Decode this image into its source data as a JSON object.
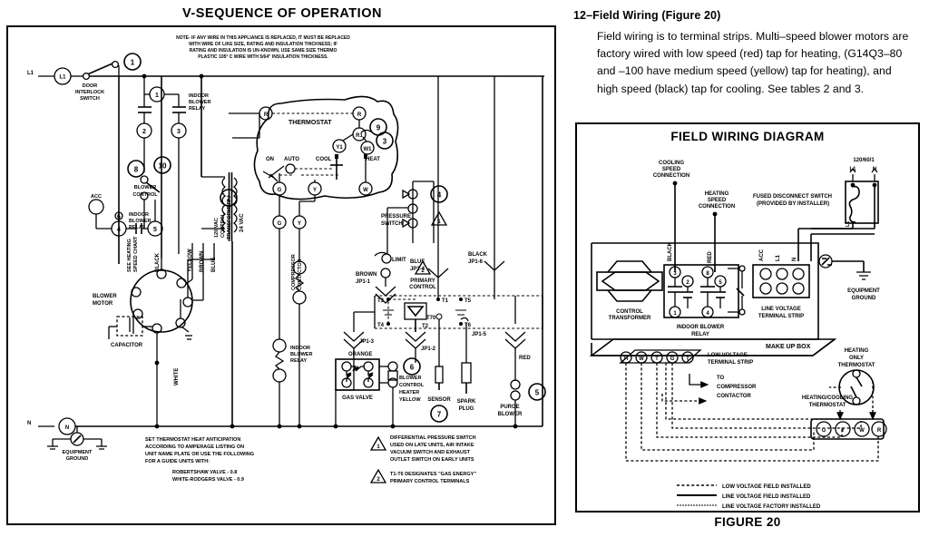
{
  "left": {
    "title": "V-SEQUENCE OF OPERATION",
    "top_note": [
      "NOTE- IF ANY WIRE IN THIS APPLIANCE IS REPLACED, IT MUST BE REPLACED",
      "WITH WIRE OF LIKE SIZE, RATING AND INSULATION THICKNESS; IF",
      "RATING AND INSULATION IS UN-KNOWN, USE SAME SIZE THERMO",
      "PLASTIC 105° C WIRE WITH 5/64\" INSULATION THICKNESS."
    ],
    "bottom_note_left": [
      "SET THERMOSTAT HEAT ANTICIPATION",
      "ACCORDING TO AMPERAGE LISTING ON",
      "UNIT NAME PLATE OR USE THE FOLLOWING",
      "FOR A GUIDE  UNITS WITH:"
    ],
    "bottom_note_left_values": [
      "ROBERTSHAW VALVE - 0.8",
      "WHITE-RODGERS VALVE - 0.9"
    ],
    "note1": [
      "DIFFERENTIAL PRESSURE SWITCH",
      "USED ON LATE UNITS, AIR INTAKE",
      "VACUUM SWITCH AND EXHAUST",
      "OUTLET SWITCH ON EARLY UNITS"
    ],
    "note2": [
      "T1-T6 DESIGNATES \"GAS ENERGY\"",
      "PRIMARY CONTROL TERMINALS"
    ],
    "labels": {
      "l1": "L1",
      "l1_term": "L1",
      "n": "N",
      "n_term": "N",
      "door_interlock": [
        "DOOR",
        "INTERLOCK",
        "SWITCH"
      ],
      "indoor_blower_relay": [
        "INDOOR",
        "BLOWER",
        "RELAY"
      ],
      "blower_control": [
        "BLOWER",
        "CONTROL"
      ],
      "acc": "ACC",
      "indoor_blower_relay2": [
        "INDOOR",
        "BLOWER",
        "RELAY"
      ],
      "blower_motor": [
        "BLOWER",
        "MOTOR"
      ],
      "capacitor": "CAPACITOR",
      "equipment_ground": [
        "EQUIPMENT",
        "GROUND"
      ],
      "see_heating_speed_chart": "SEE HEATING SPEED CHART",
      "transformer": [
        "120 VAC",
        "CONTROL",
        "TRANSFORMER"
      ],
      "vac24": "24 VAC",
      "thermostat": "THERMOSTAT",
      "on": "ON",
      "auto": "AUTO",
      "cool": "COOL",
      "heat": "HEAT",
      "pressure_switch": [
        "PRESSURE",
        "SWITCH"
      ],
      "limit": "LIMIT",
      "primary_control": [
        "PRIMARY",
        "CONTROL"
      ],
      "compressor_contactor": [
        "COMPRESSOR",
        "CONTACTOR"
      ],
      "indoor_blower_relay3": [
        "INDOOR",
        "BLOWER",
        "RELAY"
      ],
      "gas_valve": "GAS VALVE",
      "blower_control_heater": [
        "BLOWER",
        "CONTROL",
        "HEATER",
        "YELLOW"
      ],
      "sensor": "SENSOR",
      "spark_plug": [
        "SPARK",
        "PLUG"
      ],
      "purge_blower": [
        "PURGE",
        "BLOWER"
      ]
    },
    "wire_colors": {
      "black": "BLACK",
      "yellow": "YELLOW",
      "brown": "BROWN",
      "blue": "BLUE",
      "white": "WHITE",
      "orange": "ORANGE",
      "red": "RED",
      "blue2": "BLUE",
      "black2": "BLACK",
      "brown2": "BROWN"
    },
    "jumpers": {
      "jp11": "JP1-1",
      "jp12": "JP1-2",
      "jp13": "JP1-3",
      "jp14": "JP1-4",
      "jp15": "JP1-5",
      "jp16": "JP1-6"
    },
    "terminals": {
      "t3": "T3",
      "t4": "T4",
      "t1": "T1",
      "t5": "T5",
      "t6": "T6",
      "t70": "T70",
      "t2": "T2"
    },
    "thermostat_terminals": [
      "R",
      "R",
      "R1",
      "Y1",
      "W1",
      "G",
      "Y",
      "W"
    ],
    "callouts": [
      "1",
      "1",
      "1",
      "2",
      "3",
      "2",
      "3",
      "4",
      "5",
      "6",
      "7",
      "8",
      "9",
      "10",
      "9",
      "5"
    ],
    "triangle_notes": [
      "1",
      "2",
      "1",
      "2"
    ]
  },
  "right": {
    "section_heading": "12–Field Wiring (Figure 20)",
    "section_body": "Field wiring is to terminal strips. Multi–speed blower motors are factory wired with low speed (red) tap for heating, (G14Q3–80 and –100  have medium speed (yellow) tap for heating), and high speed (black)  tap for cooling. See tables 2 and 3.",
    "diagram_title": "FIELD WIRING DIAGRAM",
    "figure_caption": "FIGURE 20",
    "labels": {
      "cooling_speed_connection": [
        "COOLING",
        "SPEED",
        "CONNECTION"
      ],
      "heating_speed_connection": [
        "HEATING",
        "SPEED",
        "CONNECTION"
      ],
      "fused_disconnect": [
        "FUSED DISCONNECT SWITCH",
        "(PROVIDED BY INSTALLER)"
      ],
      "supply": "120/60/1",
      "supply_l1": "L1",
      "supply_n": "N",
      "black_wire": "BLACK",
      "red_wire": "RED",
      "acc": "ACC",
      "l1": "L1",
      "n": "N",
      "line_voltage_terminal_strip": [
        "LINE VOLTAGE",
        "TERMINAL STRIP"
      ],
      "equipment_ground": [
        "EQUIPMENT",
        "GROUND"
      ],
      "control_transformer": [
        "CONTROL",
        "TRANSFORMER"
      ],
      "indoor_blower_relay": [
        "INDOOR BLOWER",
        "RELAY"
      ],
      "make_up_box": "MAKE UP BOX",
      "low_voltage_terminal_strip": [
        "LOW VOLTAGE",
        "TERMINAL STRIP"
      ],
      "to_compressor_contactor": [
        "TO",
        "COMPRESSOR",
        "CONTACTOR"
      ],
      "heating_only_thermostat": [
        "HEATING",
        "ONLY",
        "THERMOSTAT"
      ],
      "heating_cooling_thermostat": [
        "HEATING/COOLING",
        "THERMOSTAT"
      ]
    },
    "relay_numbers": [
      "3",
      "2",
      "8",
      "5",
      "1",
      "4"
    ],
    "low_voltage_terminals": [
      "H",
      "W",
      "T",
      "G",
      "T"
    ],
    "thermostat_terminals": [
      "G",
      "Y",
      "W",
      "R"
    ],
    "line_terminals": [
      "ACC",
      "L1",
      "N"
    ],
    "legend": [
      {
        "style": "dashed",
        "label": "LOW VOLTAGE FIELD INSTALLED"
      },
      {
        "style": "solid",
        "label": "LINE VOLTAGE FIELD INSTALLED"
      },
      {
        "style": "thin",
        "label": "LINE VOLTAGE FACTORY INSTALLED"
      }
    ]
  }
}
